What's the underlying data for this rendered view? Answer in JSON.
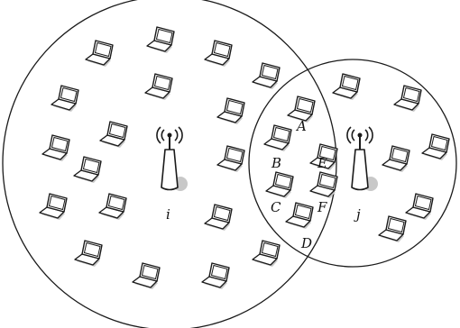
{
  "colors": {
    "stroke": "#1a1a1a",
    "device_body": "#ffffff",
    "shadow": "#c8c8c8",
    "background": "#ffffff"
  },
  "access_points": [
    {
      "label": "i",
      "icon": "wireless-access-point-icon"
    },
    {
      "label": "j",
      "icon": "wireless-access-point-icon"
    }
  ],
  "coverage_areas": [
    {
      "access_point": "i"
    },
    {
      "access_point": "j"
    }
  ],
  "labeled_devices": [
    {
      "label": "A",
      "icon": "laptop-icon"
    },
    {
      "label": "B",
      "icon": "laptop-icon"
    },
    {
      "label": "C",
      "icon": "laptop-icon"
    },
    {
      "label": "D",
      "icon": "laptop-icon"
    },
    {
      "label": "E",
      "icon": "laptop-icon"
    },
    {
      "label": "F",
      "icon": "laptop-icon"
    }
  ],
  "unlabeled_device_icon": "laptop-icon"
}
